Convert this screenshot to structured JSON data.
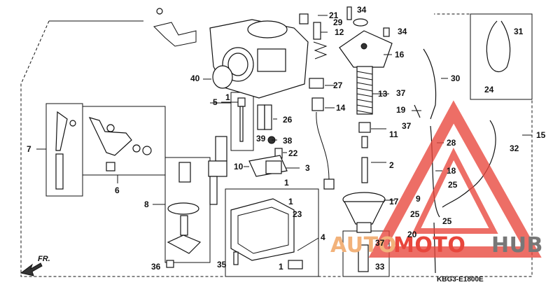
{
  "diagram": {
    "callouts": [
      "1",
      "2",
      "3",
      "4",
      "5",
      "6",
      "7",
      "8",
      "9",
      "10",
      "11",
      "12",
      "13",
      "14",
      "15",
      "16",
      "17",
      "18",
      "19",
      "20",
      "21",
      "22",
      "23",
      "24",
      "25",
      "26",
      "27",
      "28",
      "29",
      "30",
      "31",
      "32",
      "33",
      "34",
      "35",
      "36",
      "37",
      "38",
      "39",
      "40"
    ],
    "ref_code": "KBG3-E1800E",
    "direction_label": "FR."
  },
  "watermark": {
    "brand_a": "AUTO",
    "brand_b": "MOTO",
    "brand_c": "HUB",
    "colors": {
      "red": "#e8463c",
      "orange": "#f2b27a",
      "gray": "#777777"
    }
  }
}
